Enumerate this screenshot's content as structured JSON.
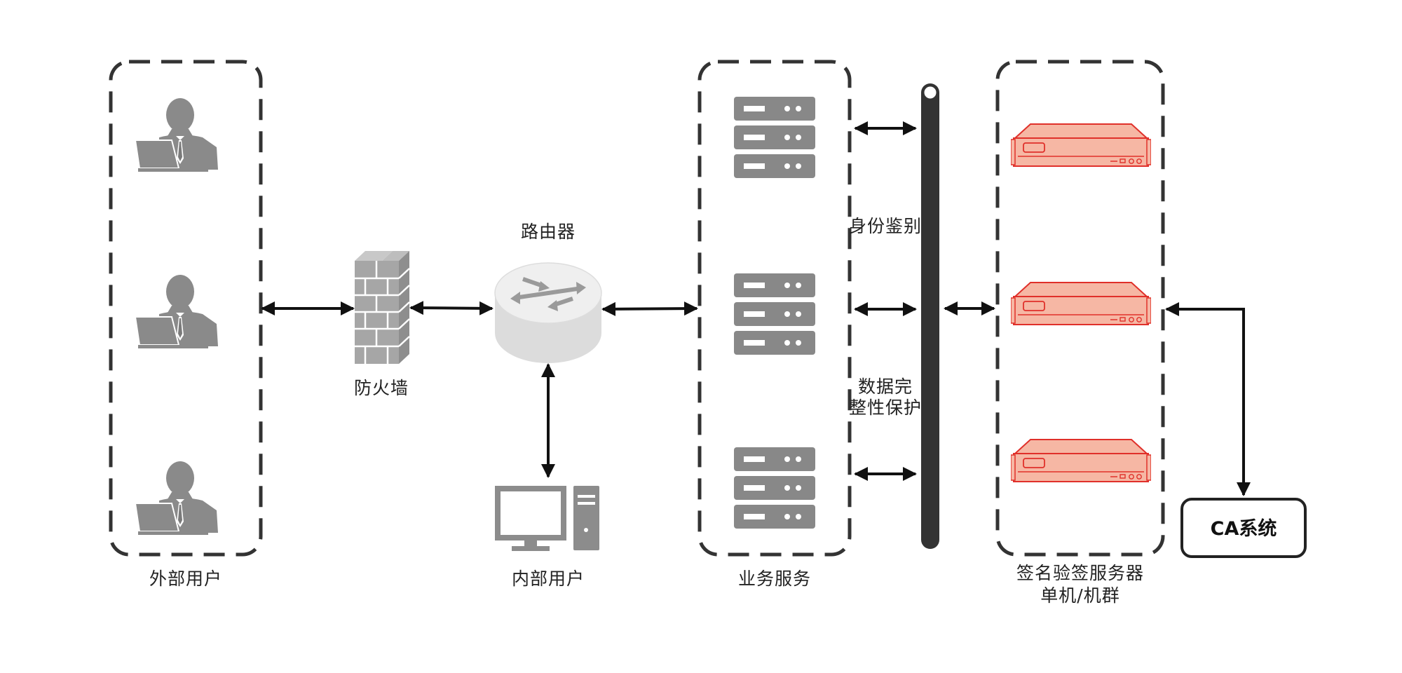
{
  "labels": {
    "external_users": "外部用户",
    "firewall": "防火墙",
    "router": "路由器",
    "internal_users": "内部用户",
    "business_service": "业务服务",
    "identity_auth": "身份鉴别",
    "data_integrity_line1": "数据完",
    "data_integrity_line2": "整性保护",
    "sign_server_line1": "签名验签服务器",
    "sign_server_line2": "单机/机群",
    "ca_system": "CA系统"
  },
  "colors": {
    "user_gray": "#8a8a8a",
    "server_gray": "#888888",
    "firewall_gray": "#a0a0a0",
    "router_top": "#ececec",
    "bus_dark": "#333333",
    "sign_server_fill": "#f6b7a4",
    "sign_server_stroke": "#e0302a",
    "box_dash": "#333333"
  },
  "icons": {
    "user": "user-with-laptop-icon",
    "firewall": "brick-wall-icon",
    "router": "router-icon",
    "computer": "desktop-computer-icon",
    "server": "server-rack-icon",
    "sign_server": "rack-server-appliance-icon"
  }
}
